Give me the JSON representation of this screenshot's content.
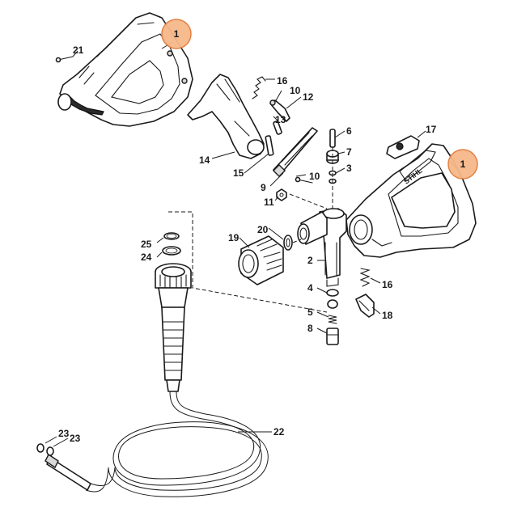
{
  "labels": {
    "l1a": "1",
    "l1b": "1",
    "l2": "2",
    "l3": "3",
    "l4": "4",
    "l5": "5",
    "l6": "6",
    "l7": "7",
    "l8": "8",
    "l9": "9",
    "l10a": "10",
    "l10b": "10",
    "l11": "11",
    "l12": "12",
    "l13": "13",
    "l14": "14",
    "l15": "15",
    "l16a": "16",
    "l16b": "16",
    "l17": "17",
    "l18": "18",
    "l19": "19",
    "l20": "20",
    "l21": "21",
    "l22": "22",
    "l23a": "23",
    "l23b": "23",
    "l24": "24",
    "l25": "25"
  },
  "brand": {
    "grip_text": "STIHL"
  },
  "colors": {
    "highlight": "#f6b889",
    "highlight_border": "#e07b3a",
    "line": "#1a1a1a"
  }
}
